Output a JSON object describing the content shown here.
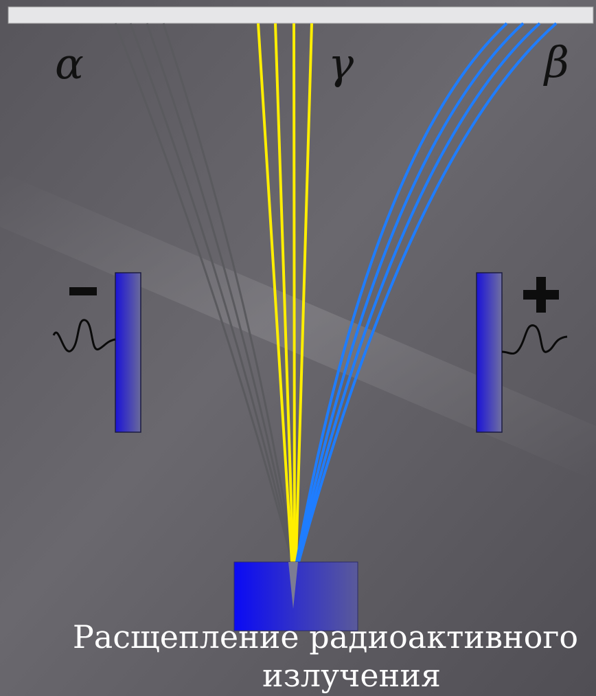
{
  "labels": {
    "alpha": "α",
    "gamma": "γ",
    "beta": "β",
    "minus": "−",
    "plus": "+"
  },
  "caption": {
    "line1": "Расщепление радиоактивного",
    "line2": "излучения"
  },
  "colors": {
    "background": "#5c5a60",
    "alpha_rays": "#55555a",
    "gamma_rays": "#ffee00",
    "beta_rays": "#1e7bff",
    "plate": "#2a1fd0",
    "source": "#1010f0",
    "screen": "#e8e8e8"
  }
}
